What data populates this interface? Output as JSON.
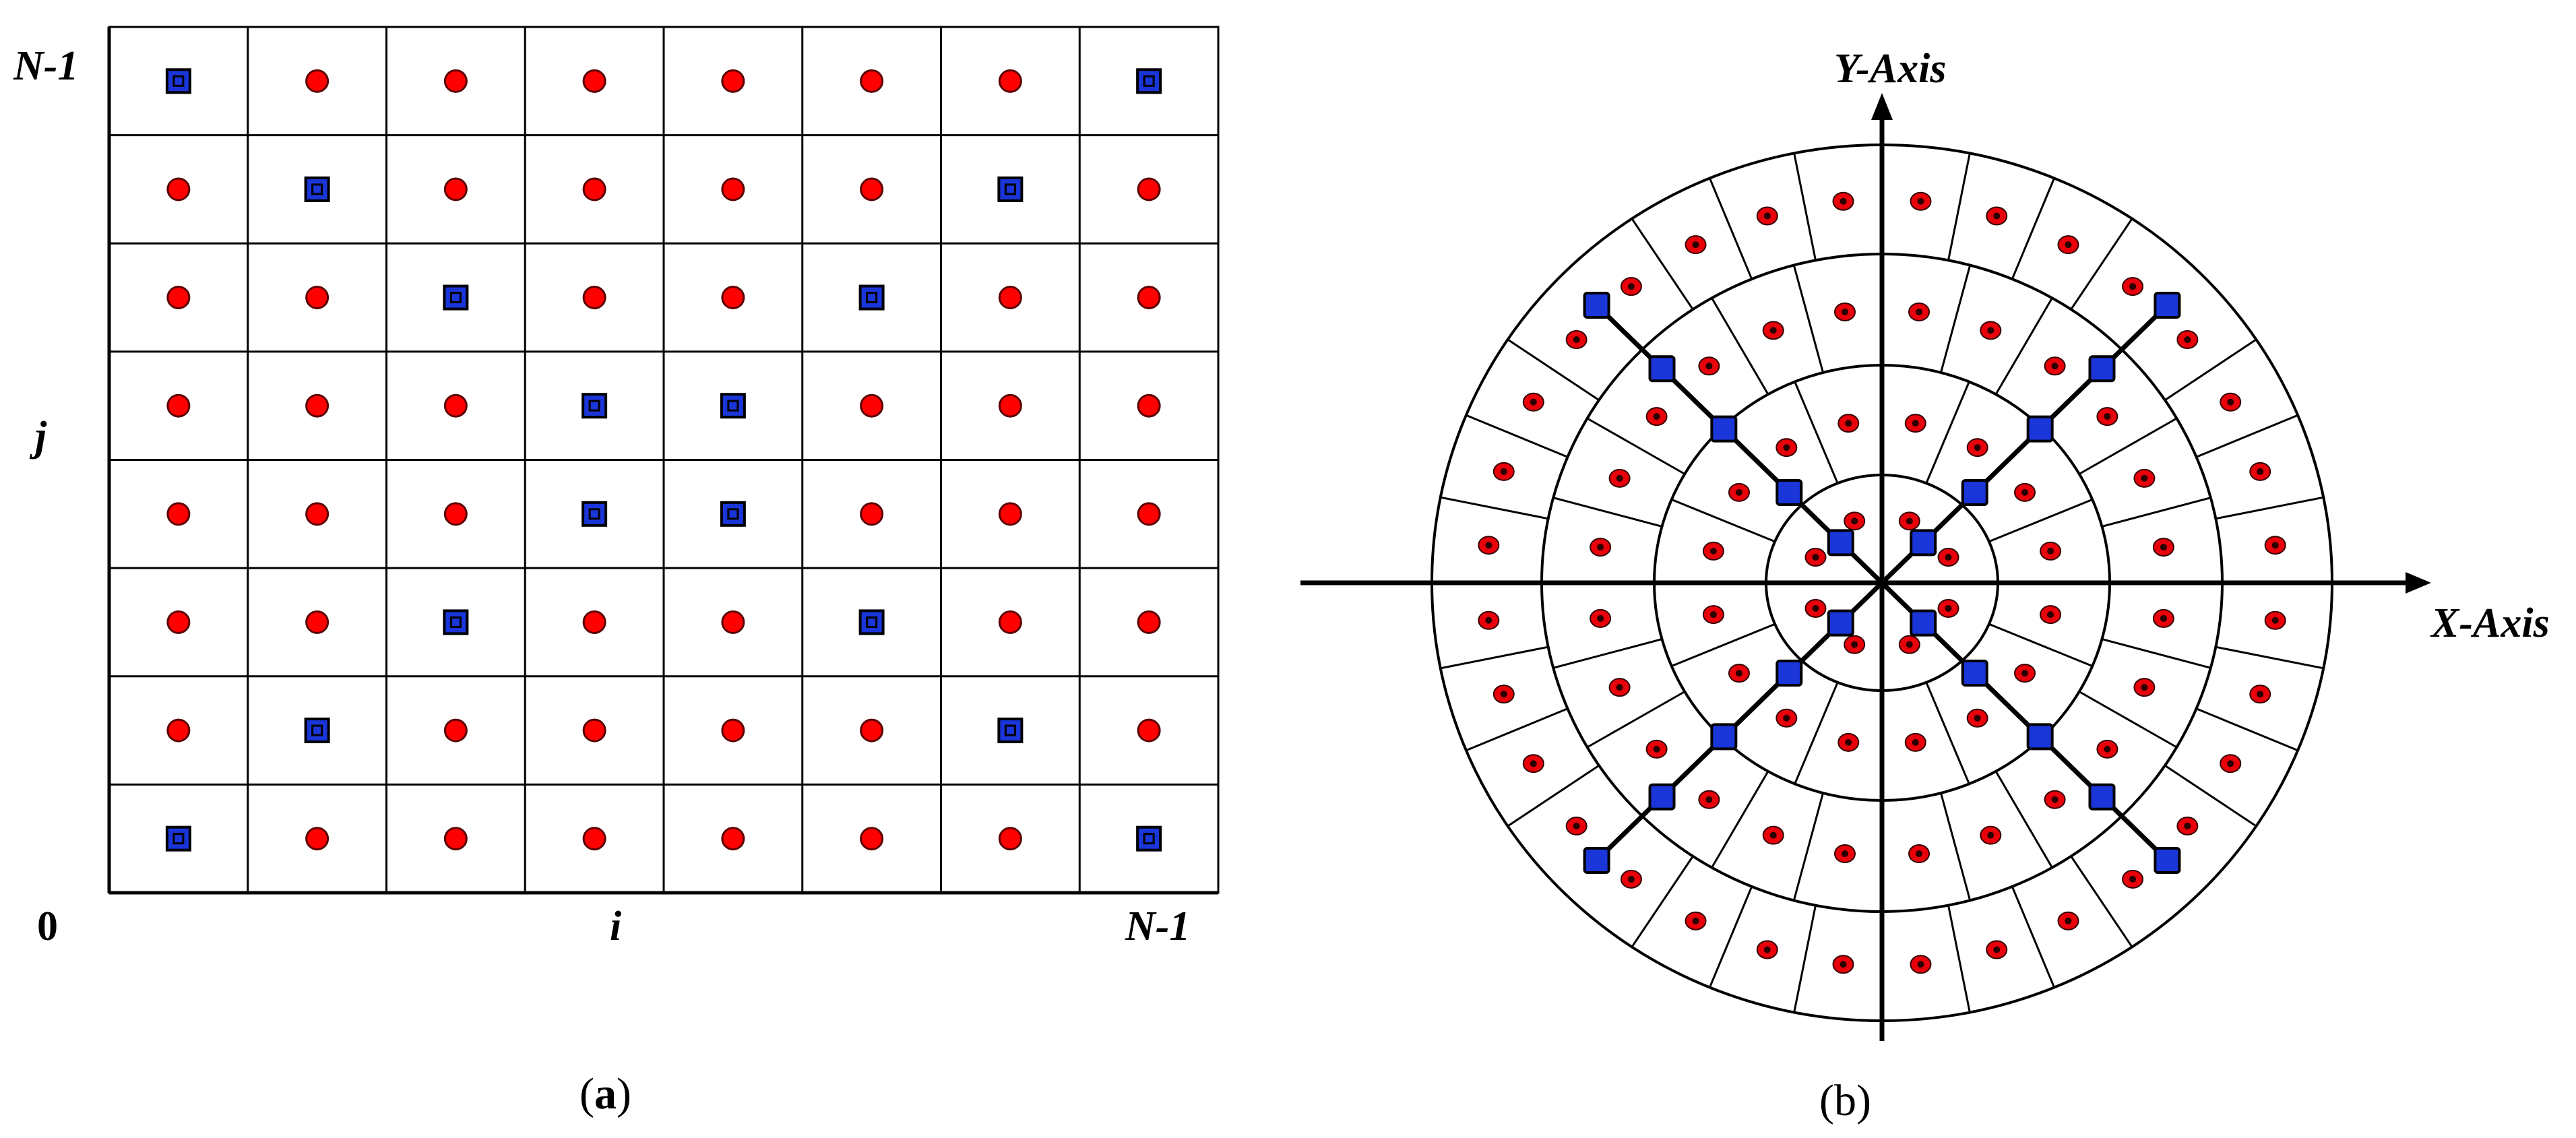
{
  "panel_a": {
    "label_top_left": "N-1",
    "label_j": "j",
    "label_origin": "0",
    "label_i": "i",
    "label_bottom_right": "N-1",
    "caption_open": "(",
    "caption_letter": "a",
    "caption_close": ")",
    "grid_size": 8,
    "marker_legend": {
      "circle": "red-circle-icon",
      "square": "blue-square-icon"
    },
    "colors": {
      "circle": "#ff0000",
      "square": "#1a35d8"
    }
  },
  "panel_b": {
    "y_axis_label": "Y-Axis",
    "x_axis_label": "X-Axis",
    "caption": "(b)",
    "rings": 4,
    "sectors_per_ring": [
      8,
      16,
      24,
      32
    ],
    "colors": {
      "circle": "#e8000a",
      "square": "#1a35d8"
    }
  }
}
